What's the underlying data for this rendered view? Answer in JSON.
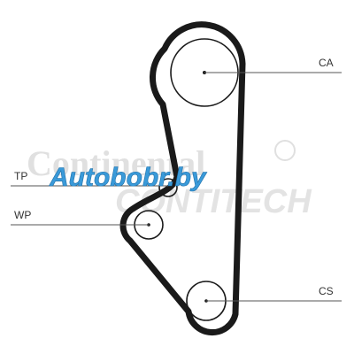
{
  "diagram": {
    "labels": {
      "ca": "CA",
      "tp": "TP",
      "wp": "WP",
      "cs": "CS"
    },
    "watermarks": {
      "brand_top": "Continental",
      "brand_bottom": "CONTITECH",
      "overlay": "Autobobr.by"
    },
    "colors": {
      "belt": "#1a1a1a",
      "overlay_text": "#3a9ad9",
      "watermark": "#e0e0e0",
      "label": "#333333"
    }
  }
}
